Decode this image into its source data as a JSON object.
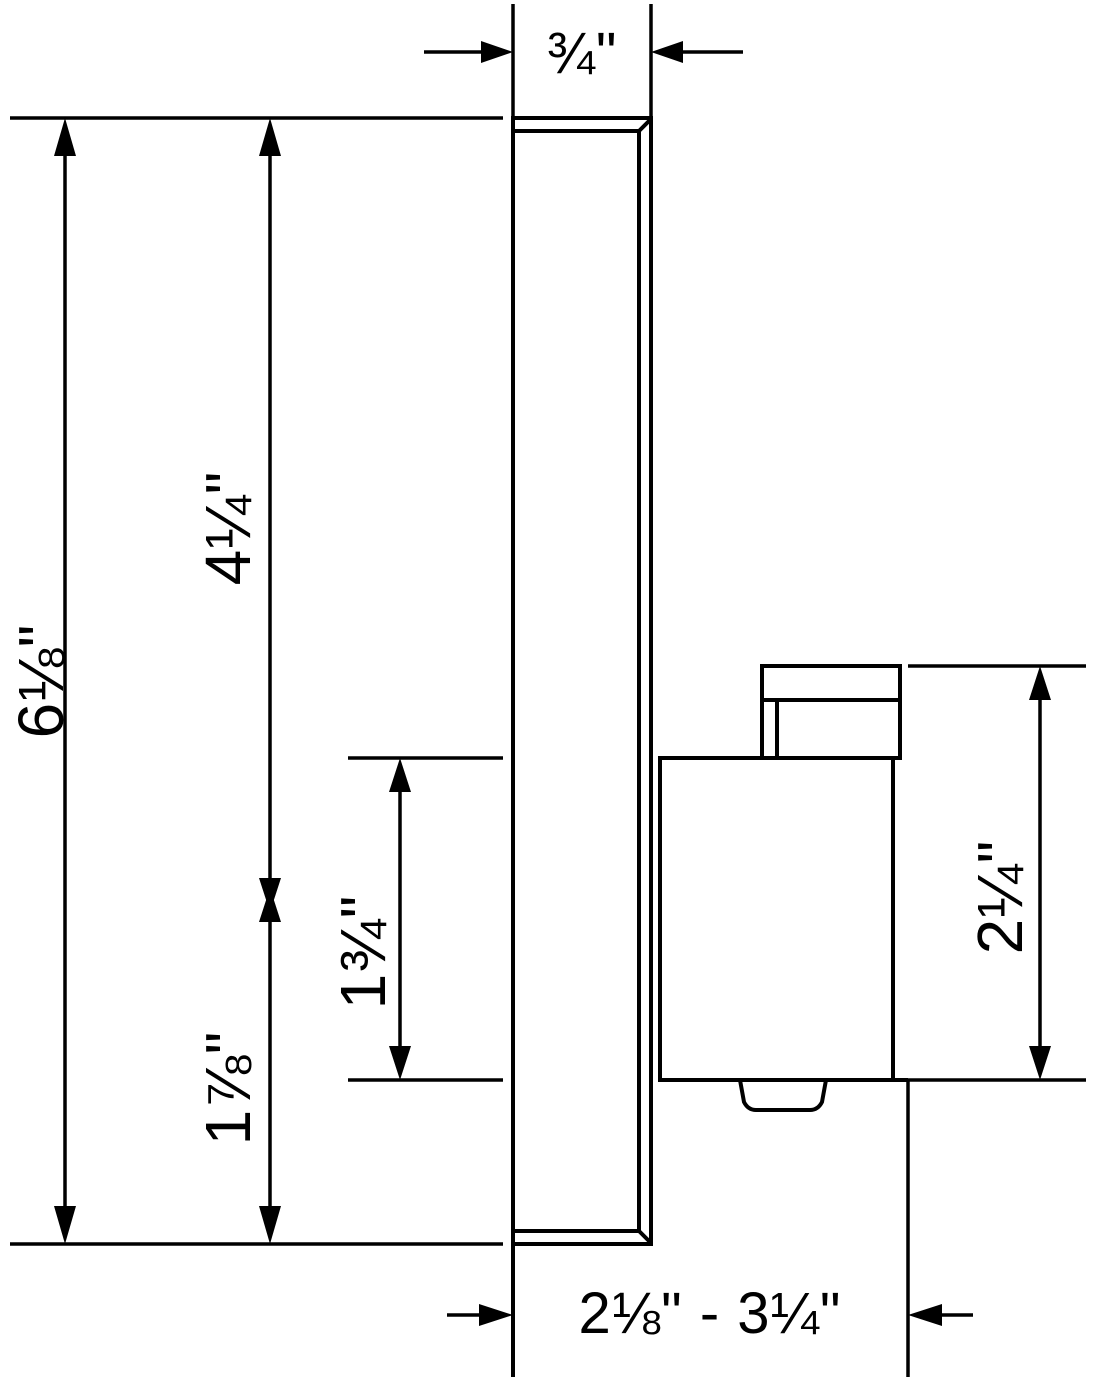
{
  "drawing": {
    "title": "Shower valve trim side-view dimension drawing",
    "colors": {
      "line": "#000000",
      "background": "#ffffff",
      "text": "#000000"
    },
    "dimensions": {
      "plate_thickness": {
        "label": "¾\""
      },
      "overall_height": {
        "label": "6⅛\""
      },
      "upper_height": {
        "label": "4¼\""
      },
      "valve_body_height": {
        "label": "1¾\""
      },
      "lower_height": {
        "label": "1⅞\""
      },
      "handle_height": {
        "label": "2¼\""
      },
      "depth_range": {
        "label": "2⅛\" - 3¼\""
      }
    }
  }
}
